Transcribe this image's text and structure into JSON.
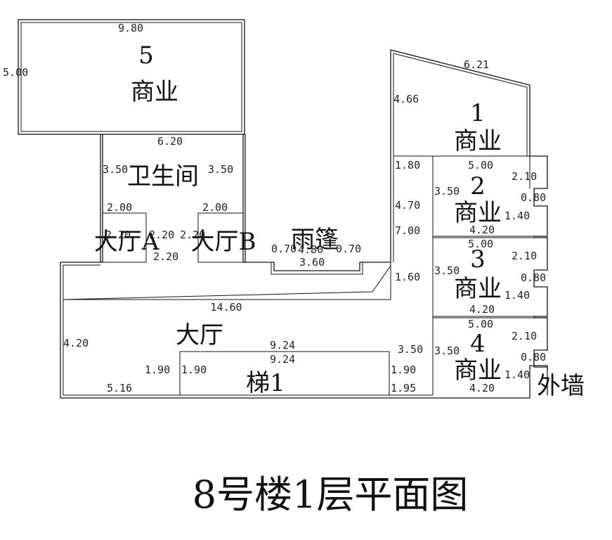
{
  "title": "8号楼1层平面图",
  "rooms": {
    "commerce_5": {
      "number": "5",
      "name": "商业"
    },
    "commerce_1": {
      "number": "1",
      "name": "商业"
    },
    "commerce_2": {
      "number": "2",
      "name": "商业"
    },
    "commerce_3": {
      "number": "3",
      "name": "商业"
    },
    "commerce_4": {
      "number": "4",
      "name": "商业"
    },
    "restroom": "卫生间",
    "lobby_a": "大厅A",
    "lobby_b": "大厅B",
    "canopy": "雨篷",
    "lobby": "大厅",
    "stair": "梯1",
    "outer_wall": "外墙"
  },
  "dimensions": {
    "r5_width": "9.80",
    "r5_height": "5.00",
    "r1_top": "6.21",
    "r1_side": "4.66",
    "restroom_width": "6.20",
    "restroom_left": "3.50",
    "restroom_right": "3.50",
    "lobby_a_width": "2.00",
    "lobby_b_width": "2.00",
    "lobby_a_side": "2.20",
    "lobby_mid": "2.20",
    "lobby_b_side": "2.20",
    "lobby_a_bottom": "2.20",
    "canopy_left": "0.70",
    "canopy_right": "0.70",
    "canopy_mid": "4.80",
    "canopy_bottom": "3.60",
    "corridor_1": "1.80",
    "corridor_2": "4.70",
    "corridor_3": "7.00",
    "corridor_4": "1.60",
    "corridor_5": "3.50",
    "corridor_6": "1.90",
    "corridor_7": "1.95",
    "r2_top": "5.00",
    "r2_side": "3.50",
    "r2_right": "2.10",
    "r2_notch": "0.80",
    "r2_depth": "1.40",
    "r2_bottom": "4.20",
    "r3_top": "5.00",
    "r3_side": "3.50",
    "r3_right": "2.10",
    "r3_notch": "0.80",
    "r3_depth": "1.40",
    "r3_bottom": "4.20",
    "r4_top": "5.00",
    "r4_side": "3.50",
    "r4_right": "2.10",
    "r4_notch": "0.80",
    "r4_depth": "1.40",
    "r4_bottom": "4.20",
    "lobby_width": "14.60",
    "lobby_left": "4.20",
    "stair_width_top": "9.24",
    "stair_width_inner": "9.24",
    "stair_left_out": "1.90",
    "stair_left_in": "1.90",
    "lobby_bottom": "5.16"
  }
}
